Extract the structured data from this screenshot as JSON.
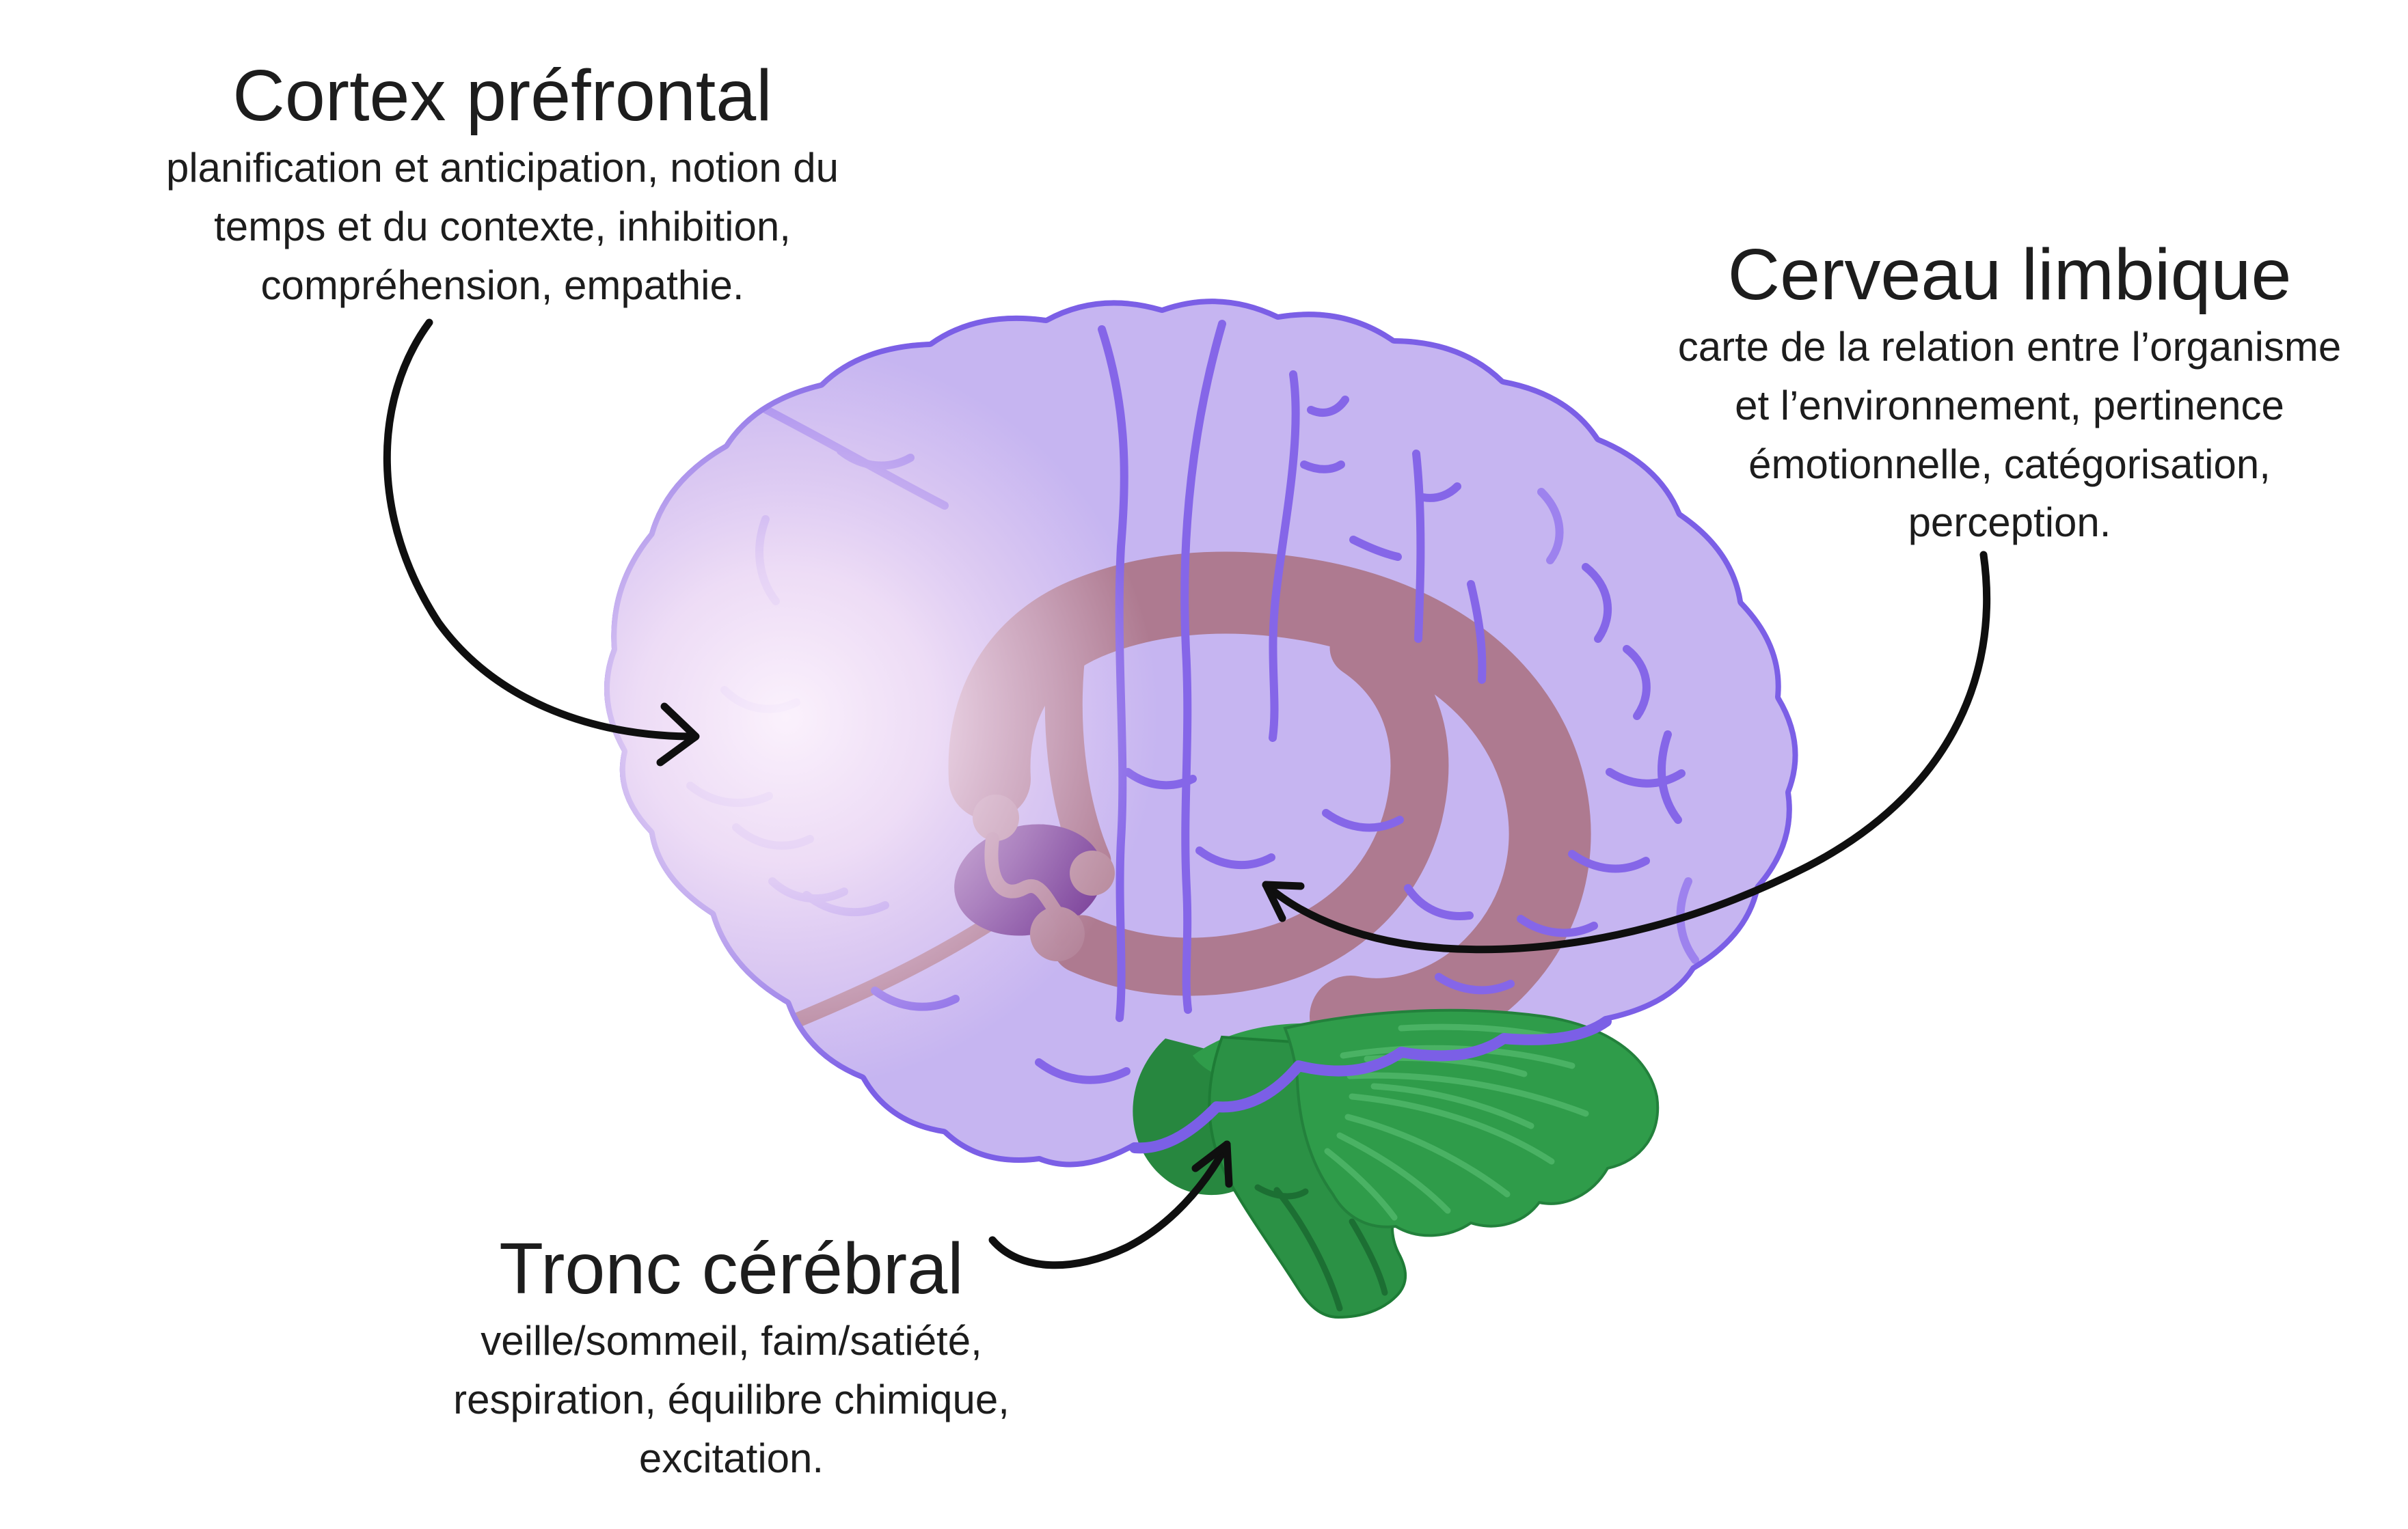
{
  "page": {
    "background": "#ffffff"
  },
  "colors": {
    "text": "#1d1d1d",
    "arrow": "#0f0f0f",
    "cortex_fill": "#c6b5f1",
    "cortex_outline": "#7b5fe6",
    "sulcus": "#8566e8",
    "sulcus_light": "#9d82ee",
    "limbic": "#ae7a90",
    "limbic_node": "#b98c9e",
    "limbic_node_alt": "#b5869b",
    "limbic_squiggle": "#b5859a",
    "thalamus": "#7a4099",
    "glow_core": "#fff6fd",
    "cerebellum": "#2f9c4a",
    "cerebellum_outline": "#23813c",
    "cerebellum_line": "#4ab264",
    "cerebellum_dark": "#27873f",
    "brainstem": "#2b9145",
    "brainstem_outline": "#1e7c36",
    "brainstem_line": "#1c6f33"
  },
  "labels": {
    "prefrontal": {
      "title": "Cortex préfrontal",
      "lines": [
        "planification et anticipation, notion du",
        "temps et du contexte, inhibition,",
        "compréhension, empathie."
      ]
    },
    "limbic": {
      "title": "Cerveau limbique",
      "lines": [
        "carte de la relation entre l’organisme",
        "et l’environnement, pertinence",
        "émotionnelle, catégorisation,",
        "perception."
      ]
    },
    "brainstem": {
      "title": "Tronc cérébral",
      "lines": [
        "veille/sommeil, faim/satiété,",
        "respiration, équilibre chimique,",
        "excitation."
      ]
    }
  }
}
